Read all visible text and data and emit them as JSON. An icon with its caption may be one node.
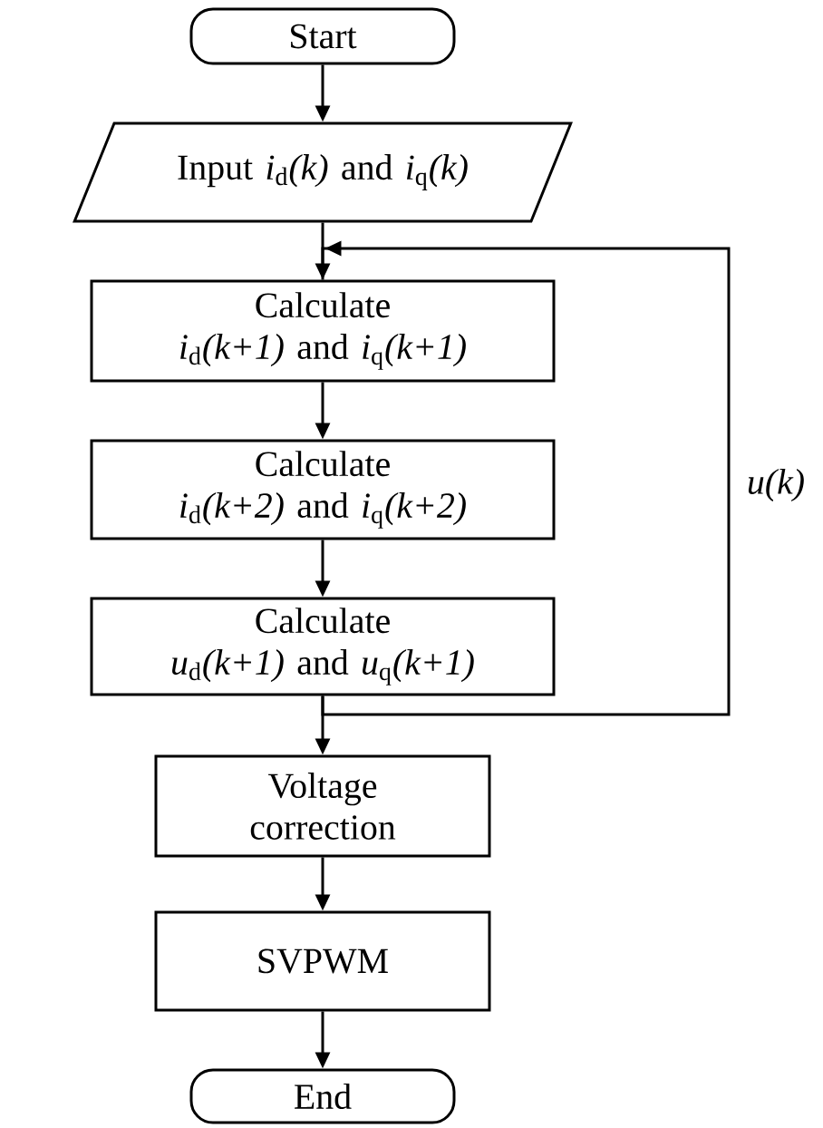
{
  "diagram": {
    "nodes": [
      {
        "text": [
          "Start"
        ]
      },
      {
        "text": [
          "Input *i*$_{d}$*(k)* and *i*$_{q}$*(k)*"
        ]
      },
      {
        "text": [
          "Calculate",
          "*i*$_{d}$*(k+1)* and *i*$_{q}$*(k+1)*"
        ]
      },
      {
        "text": [
          "Calculate",
          "*i*$_{d}$*(k+2)* and *i*$_{q}$*(k+2)*"
        ]
      },
      {
        "text": [
          "Calculate",
          "*u*$_{d}$*(k+1)* and *u*$_{q}$*(k+1)*"
        ]
      },
      {
        "text": [
          "Voltage correction"
        ]
      },
      {
        "text": [
          "SVPWM"
        ]
      },
      {
        "text": [
          "End"
        ]
      }
    ],
    "edges": [
      {
        "from": 0,
        "to": 1,
        "arrow": "to"
      },
      {
        "from": 1,
        "to": 2,
        "arrow": "to"
      },
      {
        "from": 2,
        "to": 3,
        "arrow": "to"
      },
      {
        "from": 3,
        "to": 4,
        "arrow": "to"
      },
      {
        "from": 4,
        "to": 5,
        "arrow": "to"
      },
      {
        "from": 5,
        "to": 6,
        "arrow": "to"
      },
      {
        "from": 6,
        "to": 7,
        "arrow": "to"
      },
      {
        "from": 4,
        "to": 2,
        "arrow": "to",
        "label": "u(k)"
      }
    ]
  }
}
